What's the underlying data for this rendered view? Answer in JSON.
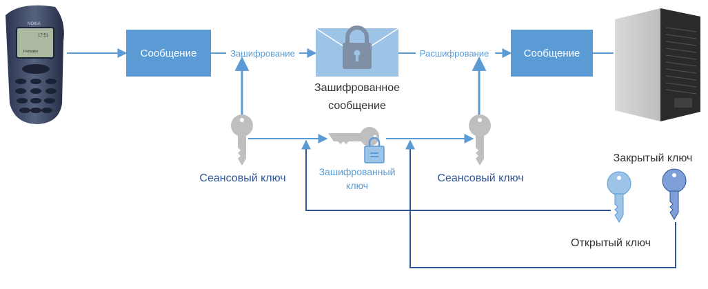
{
  "colors": {
    "box_fill": "#5b9bd5",
    "arrow": "#5b9bd5",
    "dark_line": "#2e5597",
    "envelope": "#9dc3e6",
    "gray_key": "#bfbfbf",
    "light_key": "#9dc3e6",
    "dark_key": "#7f9fd9"
  },
  "boxes": {
    "message_left": "Сообщение",
    "message_right": "Сообщение"
  },
  "arrows": {
    "encrypt": "Зашифрование",
    "decrypt": "Расшифрование"
  },
  "envelope": {
    "label_line1": "Зашифрованное",
    "label_line2": "сообщение",
    "icon": "lock-icon"
  },
  "keys": {
    "session_left": "Сеансовый ключ",
    "session_right": "Сеансовый ключ",
    "encrypted_line1": "Зашифрованный",
    "encrypted_line2": "ключ",
    "private": "Закрытый ключ",
    "public": "Открытый ключ"
  },
  "devices": {
    "phone_brand": "NOKIA",
    "phone_screen_time": "17:51",
    "phone_screen_text": "Freisabe"
  }
}
